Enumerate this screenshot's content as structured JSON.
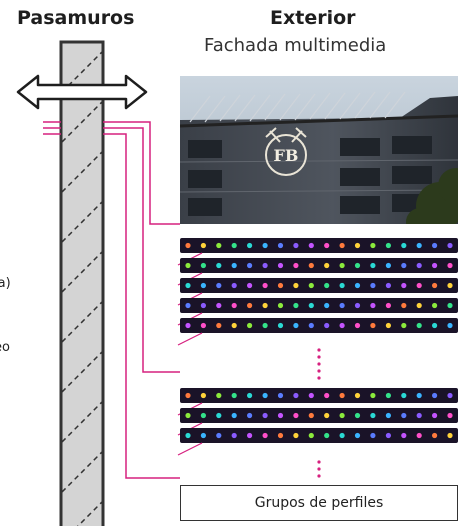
{
  "headings": {
    "left": "Pasamuros",
    "right_title": "Exterior",
    "right_subtitle": "Fachada multimedia"
  },
  "left_fragments": {
    "line1": "ia)",
    "line2": "eo"
  },
  "building": {
    "sign_text": "FB"
  },
  "profile_box": {
    "label": "Grupos de perfiles"
  },
  "colors": {
    "wire": "#d6207f",
    "wall_fill": "#d4d4d4",
    "wall_border": "#333333",
    "led_strip_bg": "#1a1328",
    "ellipsis_dots": "#d6207f"
  },
  "led_groups": [
    {
      "group": "upper",
      "strips": 5
    },
    {
      "group": "lower",
      "strips": 3
    }
  ]
}
